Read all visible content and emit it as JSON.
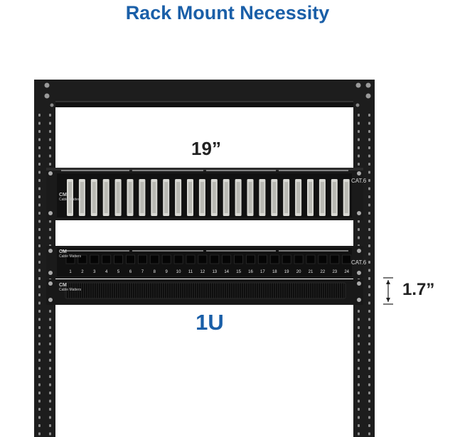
{
  "title": "Rack Mount Necessity",
  "labels": {
    "width": "19”",
    "height": "1.7”",
    "unit": "1U"
  },
  "panel_top": {
    "cat_label": "CAT.6",
    "brand": "Cable Matters"
  },
  "panel_bottom": {
    "cat_label": "CAT.6",
    "brand": "Cable Matters",
    "ports": [
      "1",
      "2",
      "3",
      "4",
      "5",
      "6",
      "7",
      "8",
      "9",
      "10",
      "11",
      "12",
      "13",
      "14",
      "15",
      "16",
      "17",
      "18",
      "19",
      "20",
      "21",
      "22",
      "23",
      "24"
    ]
  },
  "brush_panel": {
    "brand": "Cable Matters"
  },
  "colors": {
    "title_blue": "#1a5fa8",
    "rack_black": "#1d1d1d"
  }
}
